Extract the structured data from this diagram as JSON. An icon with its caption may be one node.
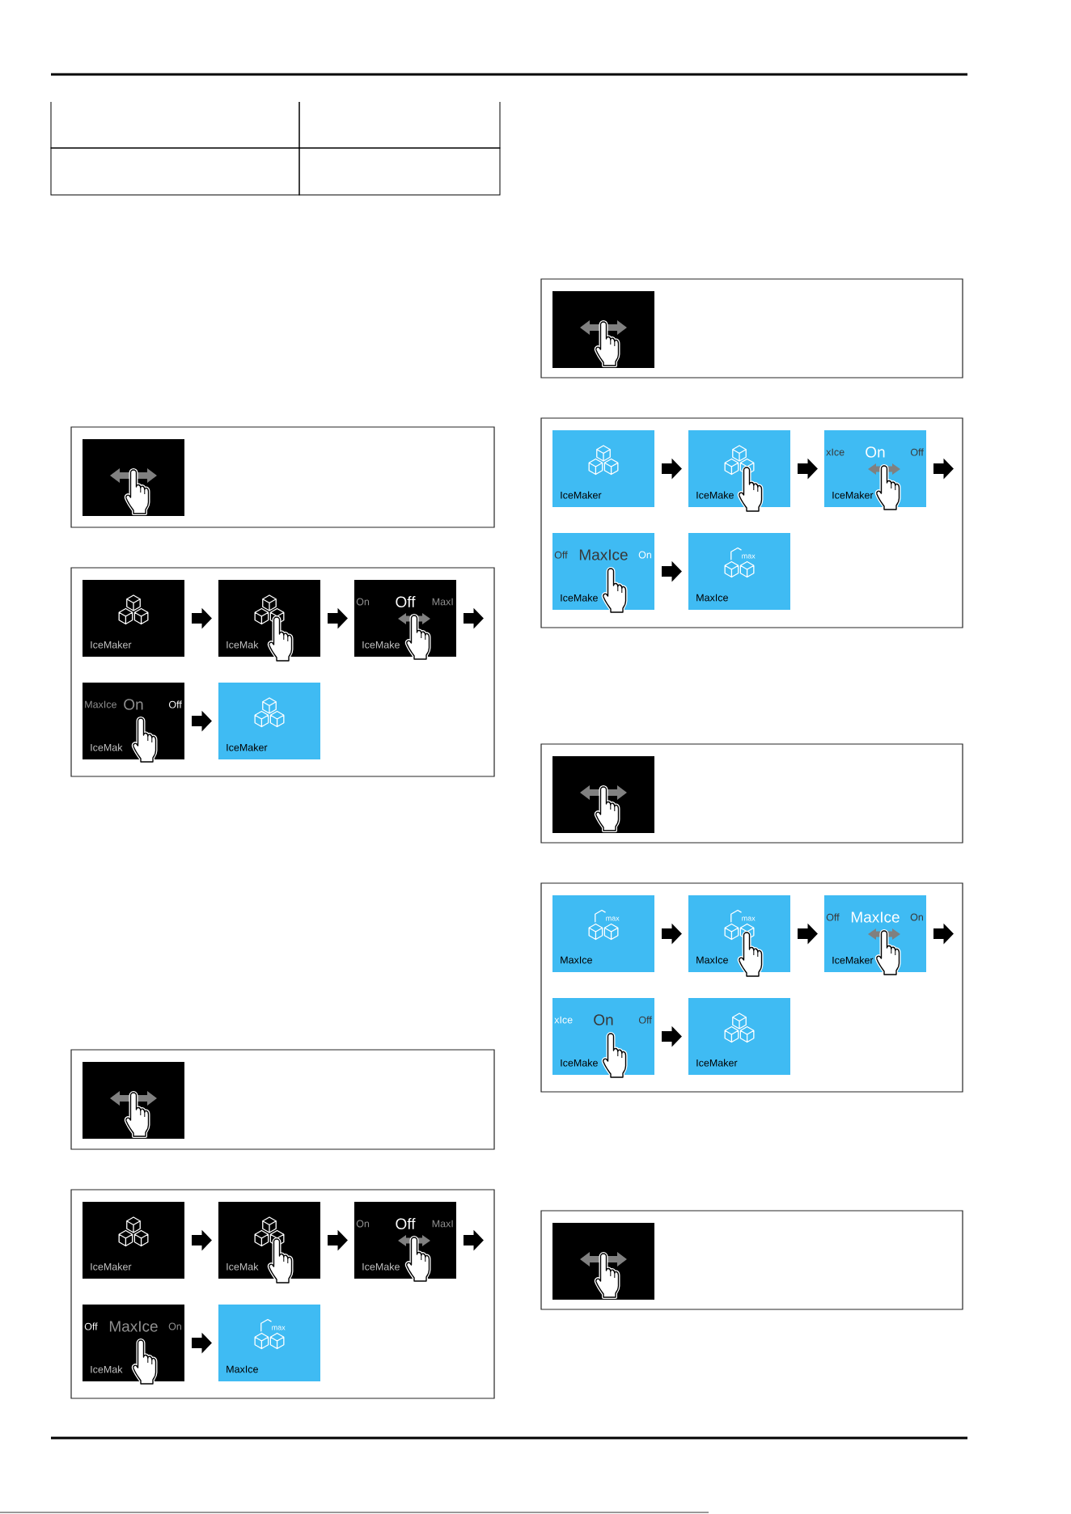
{
  "diagram": {
    "nodes": [
      {
        "text": [],
        "shape": "box"
      },
      {
        "text": [],
        "shape": "box",
        "in": 0
      },
      {
        "text": [],
        "shape": "box"
      },
      {
        "text": [
          "IceMaker"
        ],
        "in": 2
      },
      {
        "text": [
          "IceMak"
        ],
        "in": 2
      },
      {
        "text": [
          "On",
          "Off",
          "MaxI",
          "IceMake"
        ],
        "in": 2
      },
      {
        "text": [
          "MaxIce",
          "On",
          "Off",
          "IceMak"
        ],
        "in": 2
      },
      {
        "text": [
          "IceMaker"
        ],
        "in": 2
      },
      {
        "text": [],
        "shape": "box"
      },
      {
        "text": [],
        "shape": "box",
        "in": 8
      },
      {
        "text": [],
        "shape": "box"
      },
      {
        "text": [
          "IceMaker"
        ],
        "in": 10
      },
      {
        "text": [
          "IceMak"
        ],
        "in": 10
      },
      {
        "text": [
          "On",
          "Off",
          "MaxI",
          "IceMake"
        ],
        "in": 10
      },
      {
        "text": [
          "Off",
          "MaxIce",
          "On",
          "IceMak"
        ],
        "in": 10
      },
      {
        "text": [
          "max",
          "MaxIce"
        ],
        "in": 10
      },
      {
        "text": [],
        "shape": "box"
      },
      {
        "text": [],
        "shape": "box",
        "in": 16
      },
      {
        "text": [],
        "shape": "box"
      },
      {
        "text": [
          "IceMaker"
        ],
        "in": 18
      },
      {
        "text": [
          "IceMake"
        ],
        "in": 18
      },
      {
        "text": [
          "xIce",
          "On",
          "Off",
          "IceMaker"
        ],
        "in": 18
      },
      {
        "text": [
          "Off",
          "MaxIce",
          "On",
          "IceMake"
        ],
        "in": 18
      },
      {
        "text": [
          "max",
          "MaxIce"
        ],
        "in": 18
      },
      {
        "text": [],
        "shape": "box"
      },
      {
        "text": [],
        "shape": "box",
        "in": 24
      },
      {
        "text": [],
        "shape": "box"
      },
      {
        "text": [
          "max",
          "MaxIce"
        ],
        "in": 26
      },
      {
        "text": [
          "max",
          "MaxIce"
        ],
        "in": 26
      },
      {
        "text": [
          "Off",
          "MaxIce",
          "On",
          "IceMaker"
        ],
        "in": 26
      },
      {
        "text": [
          "xIce",
          "On",
          "Off",
          "IceMake"
        ],
        "in": 26
      },
      {
        "text": [
          "IceMaker"
        ],
        "in": 26
      },
      {
        "text": [],
        "shape": "box"
      },
      {
        "text": [],
        "shape": "box",
        "in": 32
      }
    ],
    "edges": [
      {
        "from": 3,
        "to": 4,
        "arrow": "to"
      },
      {
        "from": 4,
        "to": 5,
        "arrow": "to"
      },
      {
        "from": 5,
        "to": null,
        "arrow": "to"
      },
      {
        "from": 6,
        "to": 7,
        "arrow": "to"
      },
      {
        "from": 11,
        "to": 12,
        "arrow": "to"
      },
      {
        "from": 12,
        "to": 13,
        "arrow": "to"
      },
      {
        "from": 13,
        "to": null,
        "arrow": "to"
      },
      {
        "from": 14,
        "to": 15,
        "arrow": "to"
      },
      {
        "from": 19,
        "to": 20,
        "arrow": "to"
      },
      {
        "from": 20,
        "to": 21,
        "arrow": "to"
      },
      {
        "from": 21,
        "to": null,
        "arrow": "to"
      },
      {
        "from": 22,
        "to": 23,
        "arrow": "to"
      },
      {
        "from": 27,
        "to": 28,
        "arrow": "to"
      },
      {
        "from": 28,
        "to": 29,
        "arrow": "to"
      },
      {
        "from": 29,
        "to": null,
        "arrow": "to"
      },
      {
        "from": 30,
        "to": 31,
        "arrow": "to"
      }
    ]
  }
}
